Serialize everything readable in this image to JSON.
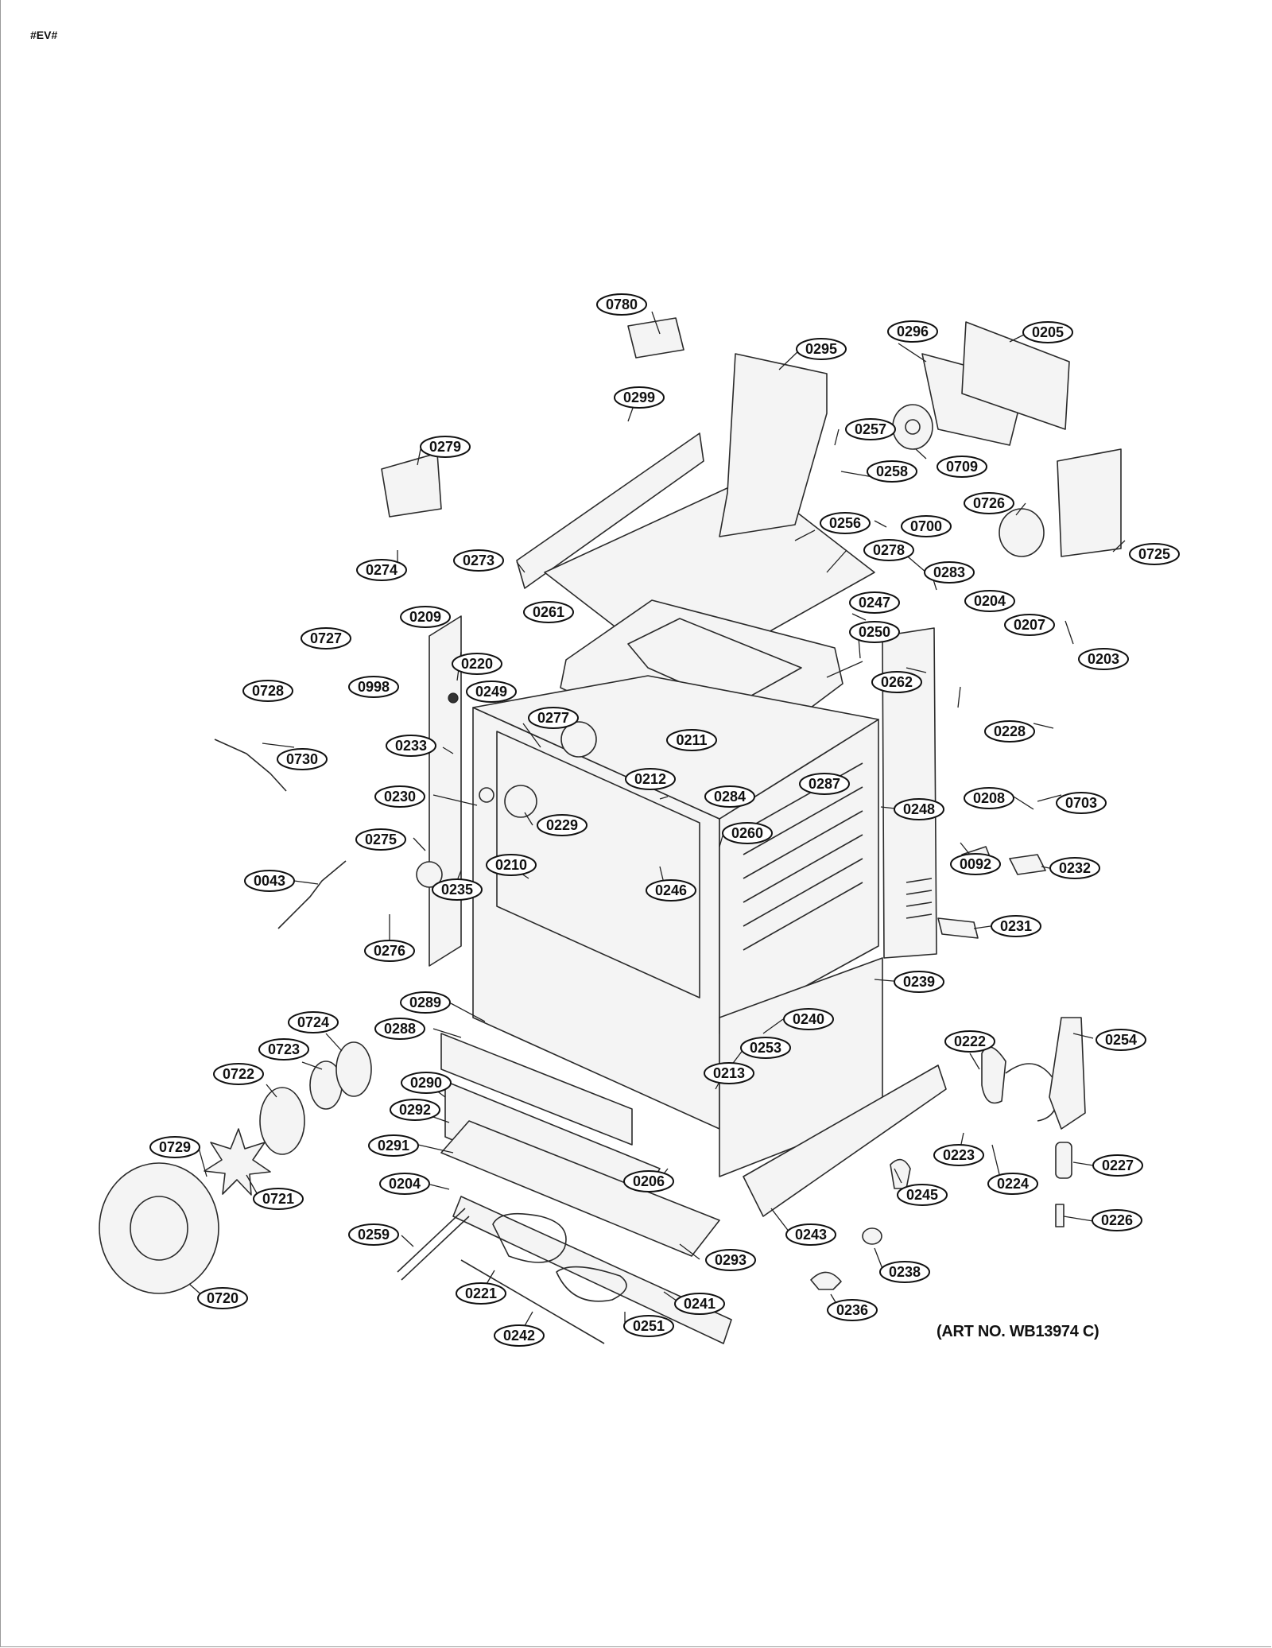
{
  "header": {
    "code": "#EV#"
  },
  "art_number": "(ART NO. WB13974 C)",
  "callouts": [
    "0780",
    "0295",
    "0296",
    "0205",
    "0299",
    "0257",
    "0709",
    "0279",
    "0258",
    "0700",
    "0726",
    "0256",
    "0725",
    "0274",
    "0273",
    "0278",
    "0283",
    "0247",
    "0204",
    "0261",
    "0209",
    "0250",
    "0207",
    "0727",
    "0220",
    "0262",
    "0203",
    "0728",
    "0998",
    "0249",
    "0277",
    "0228",
    "0211",
    "0730",
    "0233",
    "0212",
    "0284",
    "0287",
    "0230",
    "0208",
    "0703",
    "0229",
    "0248",
    "0275",
    "0260",
    "0092",
    "0232",
    "0210",
    "0043",
    "0235",
    "0246",
    "0231",
    "0276",
    "0239",
    "0289",
    "0724",
    "0240",
    "0288",
    "0222",
    "0254",
    "0253",
    "0723",
    "0722",
    "0213",
    "0290",
    "0292",
    "0291",
    "0729",
    "0223",
    "0227",
    "0245",
    "0224",
    "0204",
    "0206",
    "0721",
    "0226",
    "0259",
    "0243",
    "0293",
    "0238",
    "0221",
    "0241",
    "0720",
    "0236",
    "0251",
    "0242"
  ]
}
